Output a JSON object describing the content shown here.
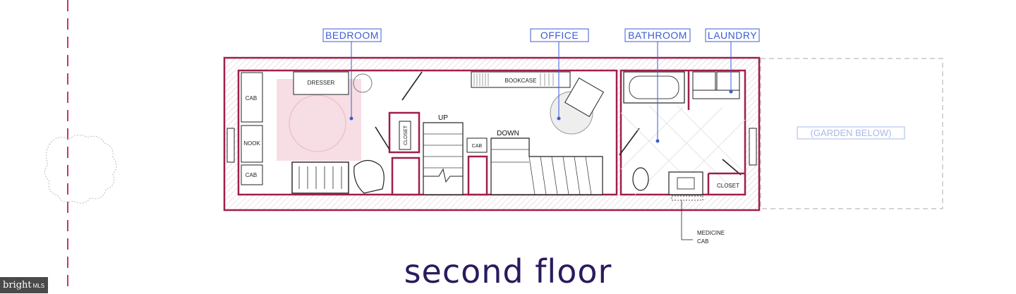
{
  "title": "second floor",
  "rooms": {
    "bedroom": "BEDROOM",
    "office": "OFFICE",
    "bathroom": "BATHROOM",
    "laundry": "LAUNDRY",
    "garden": "(GARDEN BELOW)"
  },
  "fixtures": {
    "cab_top": "CAB",
    "nook": "NOOK",
    "cab_bottom": "CAB",
    "dresser": "DRESSER",
    "closet_left": "CLOSET",
    "bookcase": "BOOKCASE",
    "cab_mid": "CAB",
    "closet_right": "CLOSET",
    "medicine_cab_line1": "MEDICINE",
    "medicine_cab_line2": "CAB"
  },
  "stairs": {
    "up": "UP",
    "down": "DOWN"
  },
  "logo": {
    "brand": "bright",
    "mls": "MLS"
  },
  "colors": {
    "wall": "#a01e4a",
    "label": "#3b5bd6",
    "title": "#2b1a5e",
    "hatch": "#d9c4c9",
    "garden": "#aab8e8"
  }
}
